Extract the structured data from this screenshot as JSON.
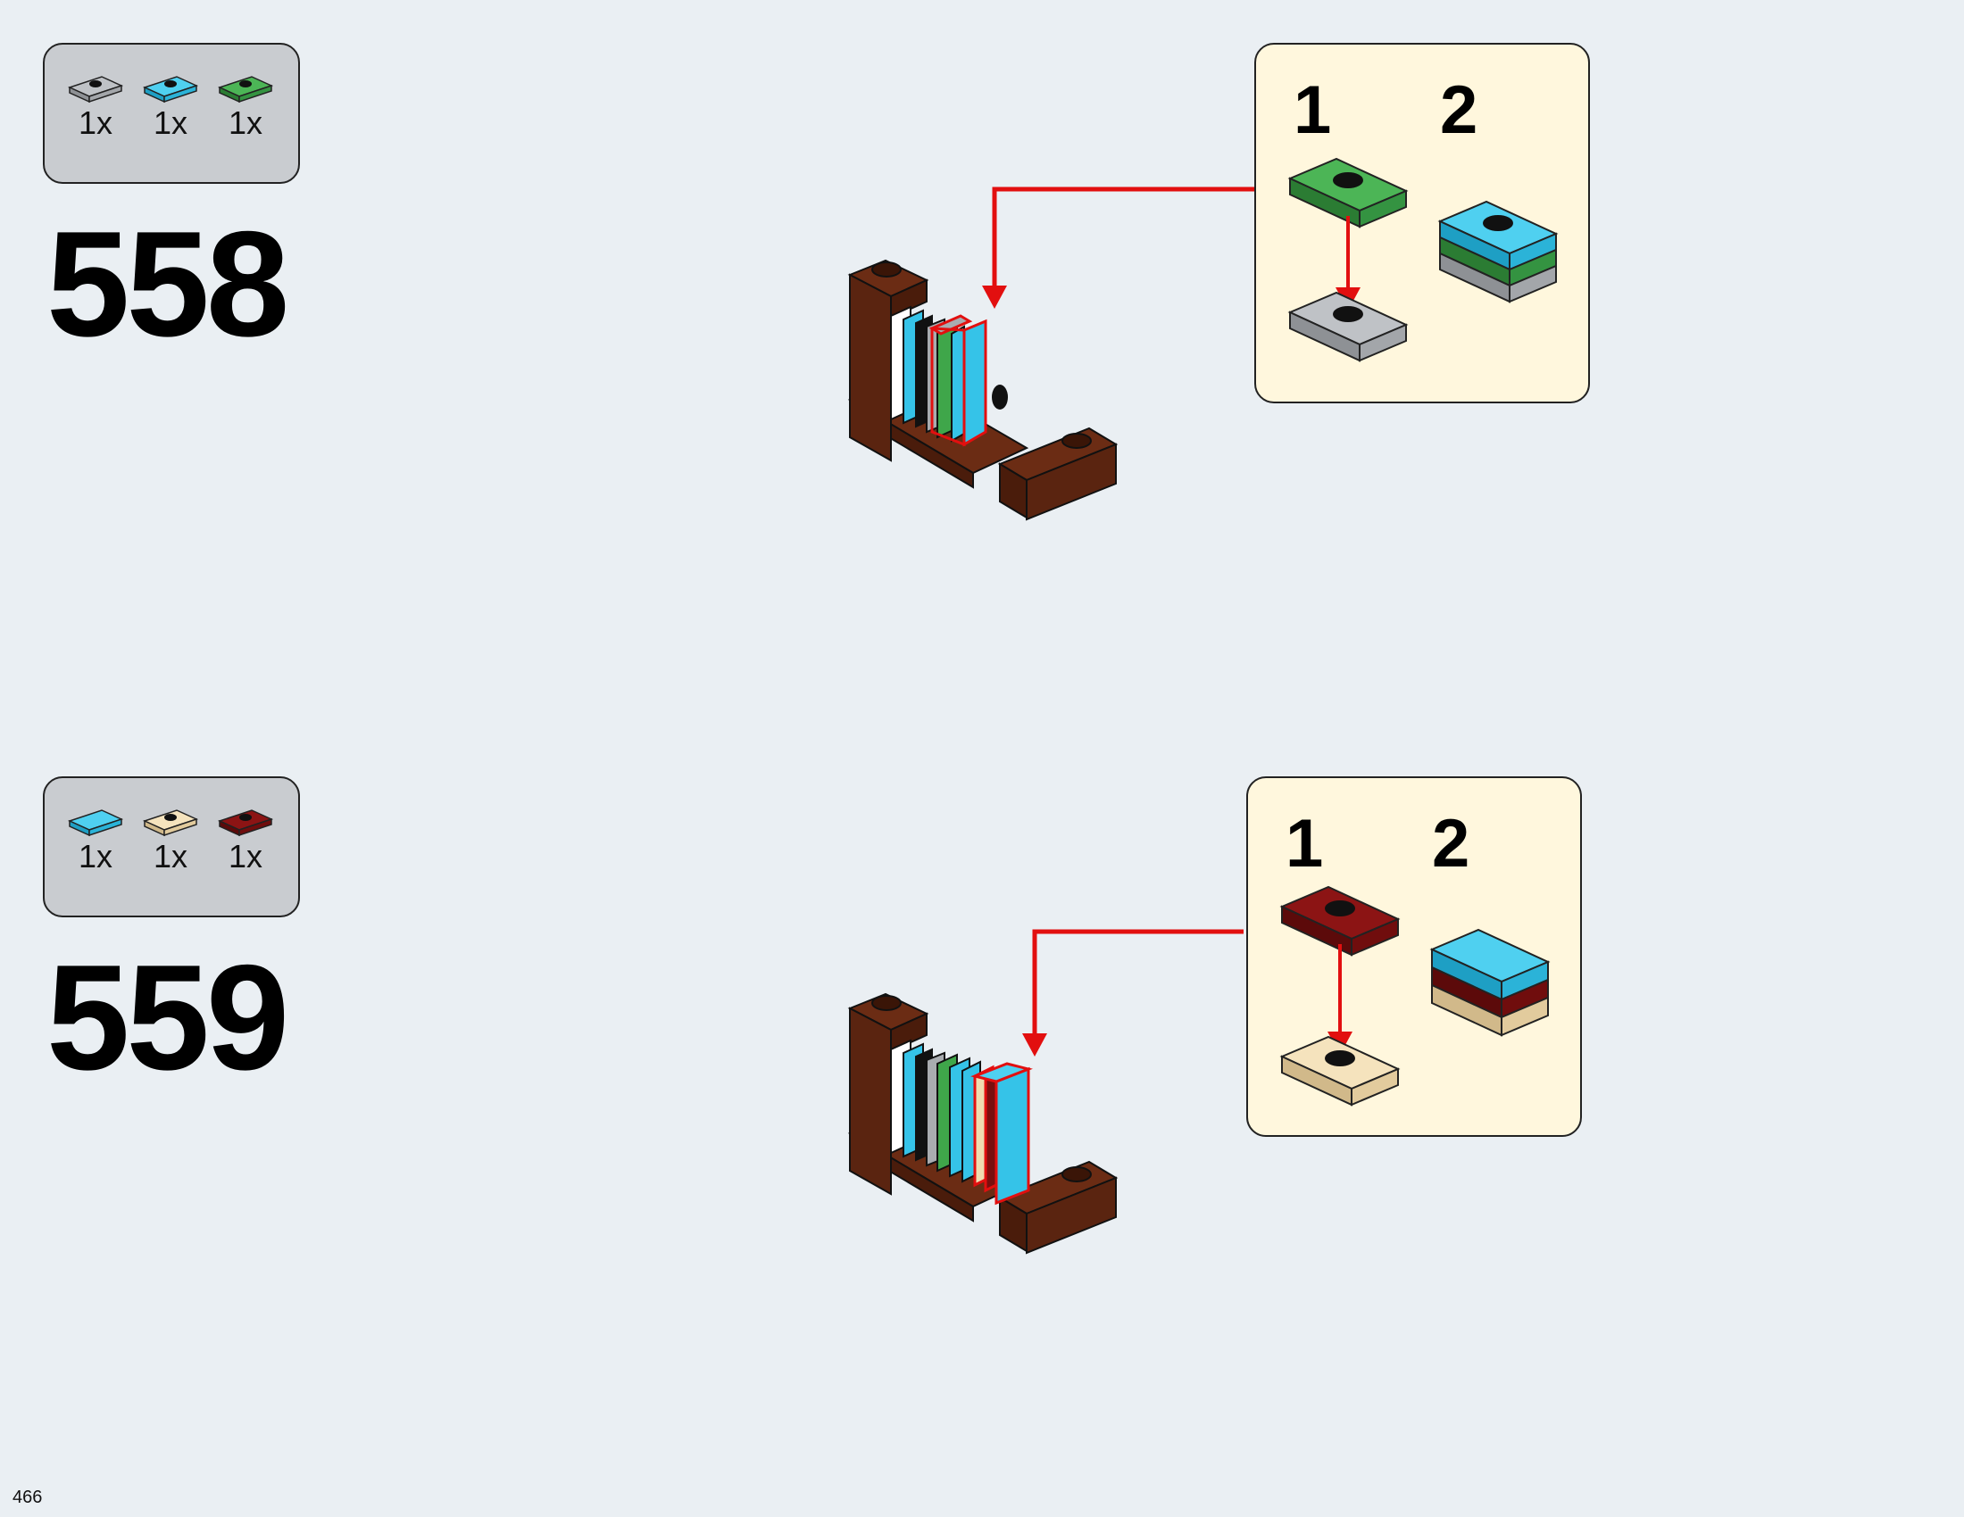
{
  "page": {
    "number": "466",
    "background": "#eaeff3"
  },
  "steps": [
    {
      "number": "558",
      "parts": [
        {
          "name": "light-gray-jumper-plate",
          "color": "#a9acb0",
          "qty": "1x"
        },
        {
          "name": "azure-jumper-plate",
          "color": "#35c3e8",
          "qty": "1x"
        },
        {
          "name": "green-jumper-plate",
          "color": "#3fa64a",
          "qty": "1x"
        }
      ],
      "callout": {
        "sub1": "1",
        "sub2": "2"
      }
    },
    {
      "number": "559",
      "parts": [
        {
          "name": "azure-tile",
          "color": "#35c3e8",
          "qty": "1x"
        },
        {
          "name": "tan-jumper-plate",
          "color": "#f0dcb0",
          "qty": "1x"
        },
        {
          "name": "dark-red-jumper-plate",
          "color": "#7a0e0e",
          "qty": "1x"
        }
      ],
      "callout": {
        "sub1": "1",
        "sub2": "2"
      }
    }
  ],
  "colors": {
    "brown": "#5a2410",
    "arrow": "#e20f0f",
    "callout_bg": "#fff7dd",
    "parts_bg": "#c9ccd0"
  }
}
